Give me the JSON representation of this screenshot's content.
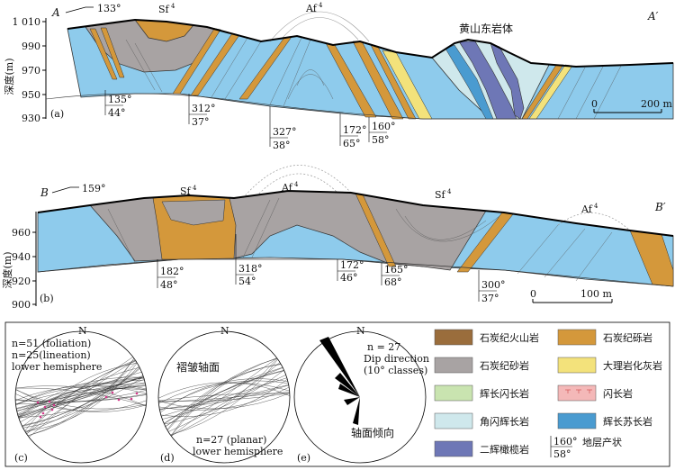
{
  "colors": {
    "light_blue": "#8ecbec",
    "gray": "#a8a3a3",
    "orange": "#d4983b",
    "yellow": "#f3e27b",
    "pale_blue": "#cfe8ec",
    "purple": "#6e77b6",
    "mid_blue": "#4a9bd0",
    "brown": "#9a6d3c",
    "green": "#c9e4b0",
    "pink": "#f4b8b8"
  },
  "section_a": {
    "point_left": "A",
    "point_right": "A′",
    "azimuth": "133°",
    "fold_sf": "Sf",
    "fold_af": "Af",
    "fold_sup": "4",
    "intrusion_label": "黄山东岩体",
    "y_label": "深度(m)",
    "y_ticks": [
      "1 010",
      "990",
      "970",
      "950",
      "930"
    ],
    "panel": "(a)",
    "scale": {
      "start": "0",
      "end": "200 m"
    },
    "orientations": [
      {
        "az": "135°",
        "dip": "44°"
      },
      {
        "az": "312°",
        "dip": "37°"
      },
      {
        "az": "327°",
        "dip": "38°"
      },
      {
        "az": "172°",
        "dip": "65°"
      },
      {
        "az": "160°",
        "dip": "58°"
      }
    ]
  },
  "section_b": {
    "point_left": "B",
    "point_right": "B′",
    "azimuth": "159°",
    "fold_sf": "Sf",
    "fold_af": "Af",
    "fold_sup": "4",
    "y_label": "深度(m)",
    "y_ticks": [
      "960",
      "940",
      "920",
      "900"
    ],
    "panel": "(b)",
    "scale": {
      "start": "0",
      "end": "100 m"
    },
    "orientations": [
      {
        "az": "182°",
        "dip": "48°"
      },
      {
        "az": "318°",
        "dip": "54°"
      },
      {
        "az": "172°",
        "dip": "46°"
      },
      {
        "az": "165°",
        "dip": "68°"
      },
      {
        "az": "300°",
        "dip": "37°"
      }
    ]
  },
  "stereonet_c": {
    "north": "N",
    "panel": "(c)",
    "n_foliation": "n=51 (foliation)",
    "n_lineation": "n=25(lineation)",
    "hemisphere": "lower hemisphere"
  },
  "stereonet_d": {
    "north": "N",
    "panel": "(d)",
    "label": "褶皱轴面",
    "n_planar": "n=27 (planar)",
    "hemisphere": "lower hemisphere"
  },
  "rose_e": {
    "north": "N",
    "panel": "(e)",
    "n": "n = 27",
    "title": "Dip direction",
    "classes": "(10° classes)",
    "label": "轴面倾向"
  },
  "legend": [
    {
      "label": "石炭纪火山岩",
      "color": "#9a6d3c"
    },
    {
      "label": "石炭纪砾岩",
      "color": "#d4983b"
    },
    {
      "label": "石炭纪砂岩",
      "color": "#a8a3a3"
    },
    {
      "label": "大理岩化灰岩",
      "color": "#f3e27b"
    },
    {
      "label": "辉长闪长岩",
      "color": "#c9e4b0"
    },
    {
      "label": "闪长岩",
      "color": "#f4b8b8"
    },
    {
      "label": "角闪辉长岩",
      "color": "#cfe8ec"
    },
    {
      "label": "辉长苏长岩",
      "color": "#4a9bd0"
    },
    {
      "label": "二辉橄榄岩",
      "color": "#6e77b6"
    }
  ],
  "legend_attitude": {
    "az": "160°",
    "dip": "58°",
    "label": "地层产状"
  }
}
